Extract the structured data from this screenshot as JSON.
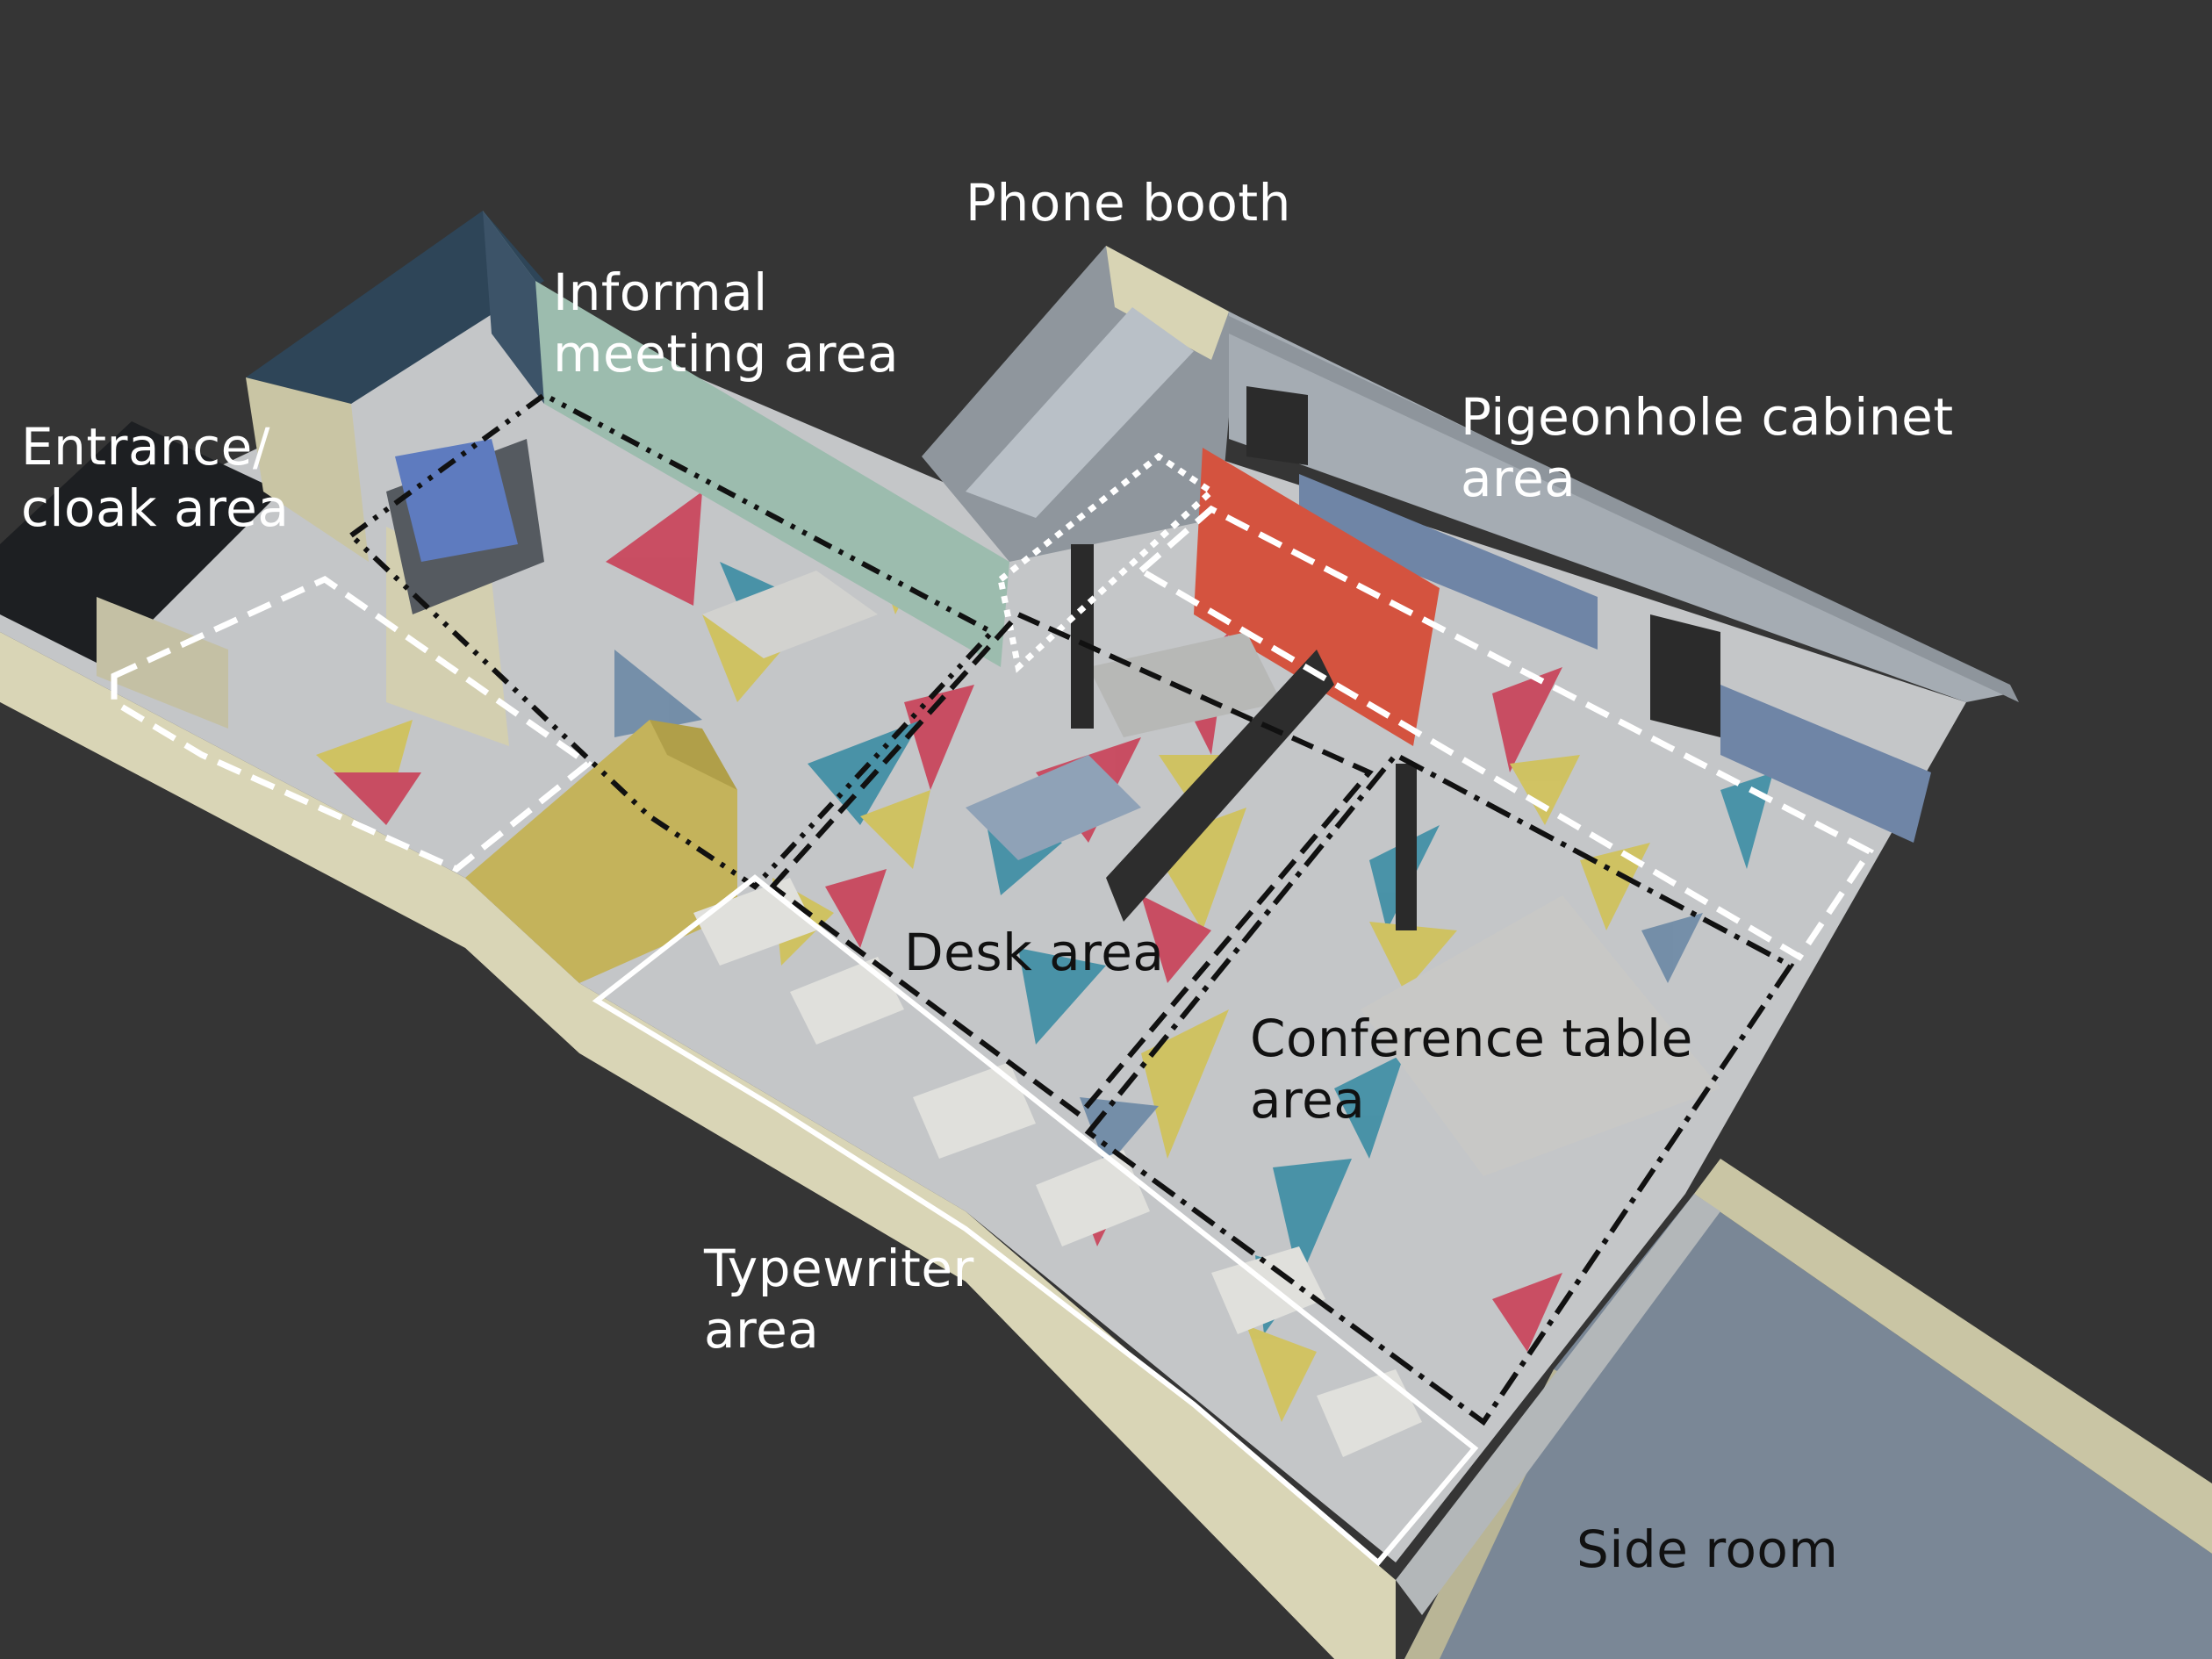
{
  "labels": {
    "phone_booth": "Phone booth",
    "informal_meeting": "Informal\nmeeting area",
    "entrance_cloak": "Entrance/\ncloak area",
    "pigeonhole": "Pigeonhole cabinet\narea",
    "desk_area": "Desk area",
    "conference": "Conference table\narea",
    "typewriter": "Typewriter\narea",
    "side_room": "Side room"
  },
  "colors": {
    "background": "#353535",
    "wall_cream": "#d8d4b4",
    "wall_grey": "#a5acb3",
    "floor_grey": "#c4c6c8",
    "tri_red": "#c9435a",
    "tri_teal": "#3f8ea5",
    "tri_yellow": "#d1c25a",
    "tri_blue": "#6e8aa6",
    "feature_wall_red": "#d4533f",
    "wall_navy": "#2e4558",
    "wall_sage": "#9cbcae",
    "cabinet_blue": "#6f85a6",
    "locker_yellow": "#c4b35b"
  }
}
